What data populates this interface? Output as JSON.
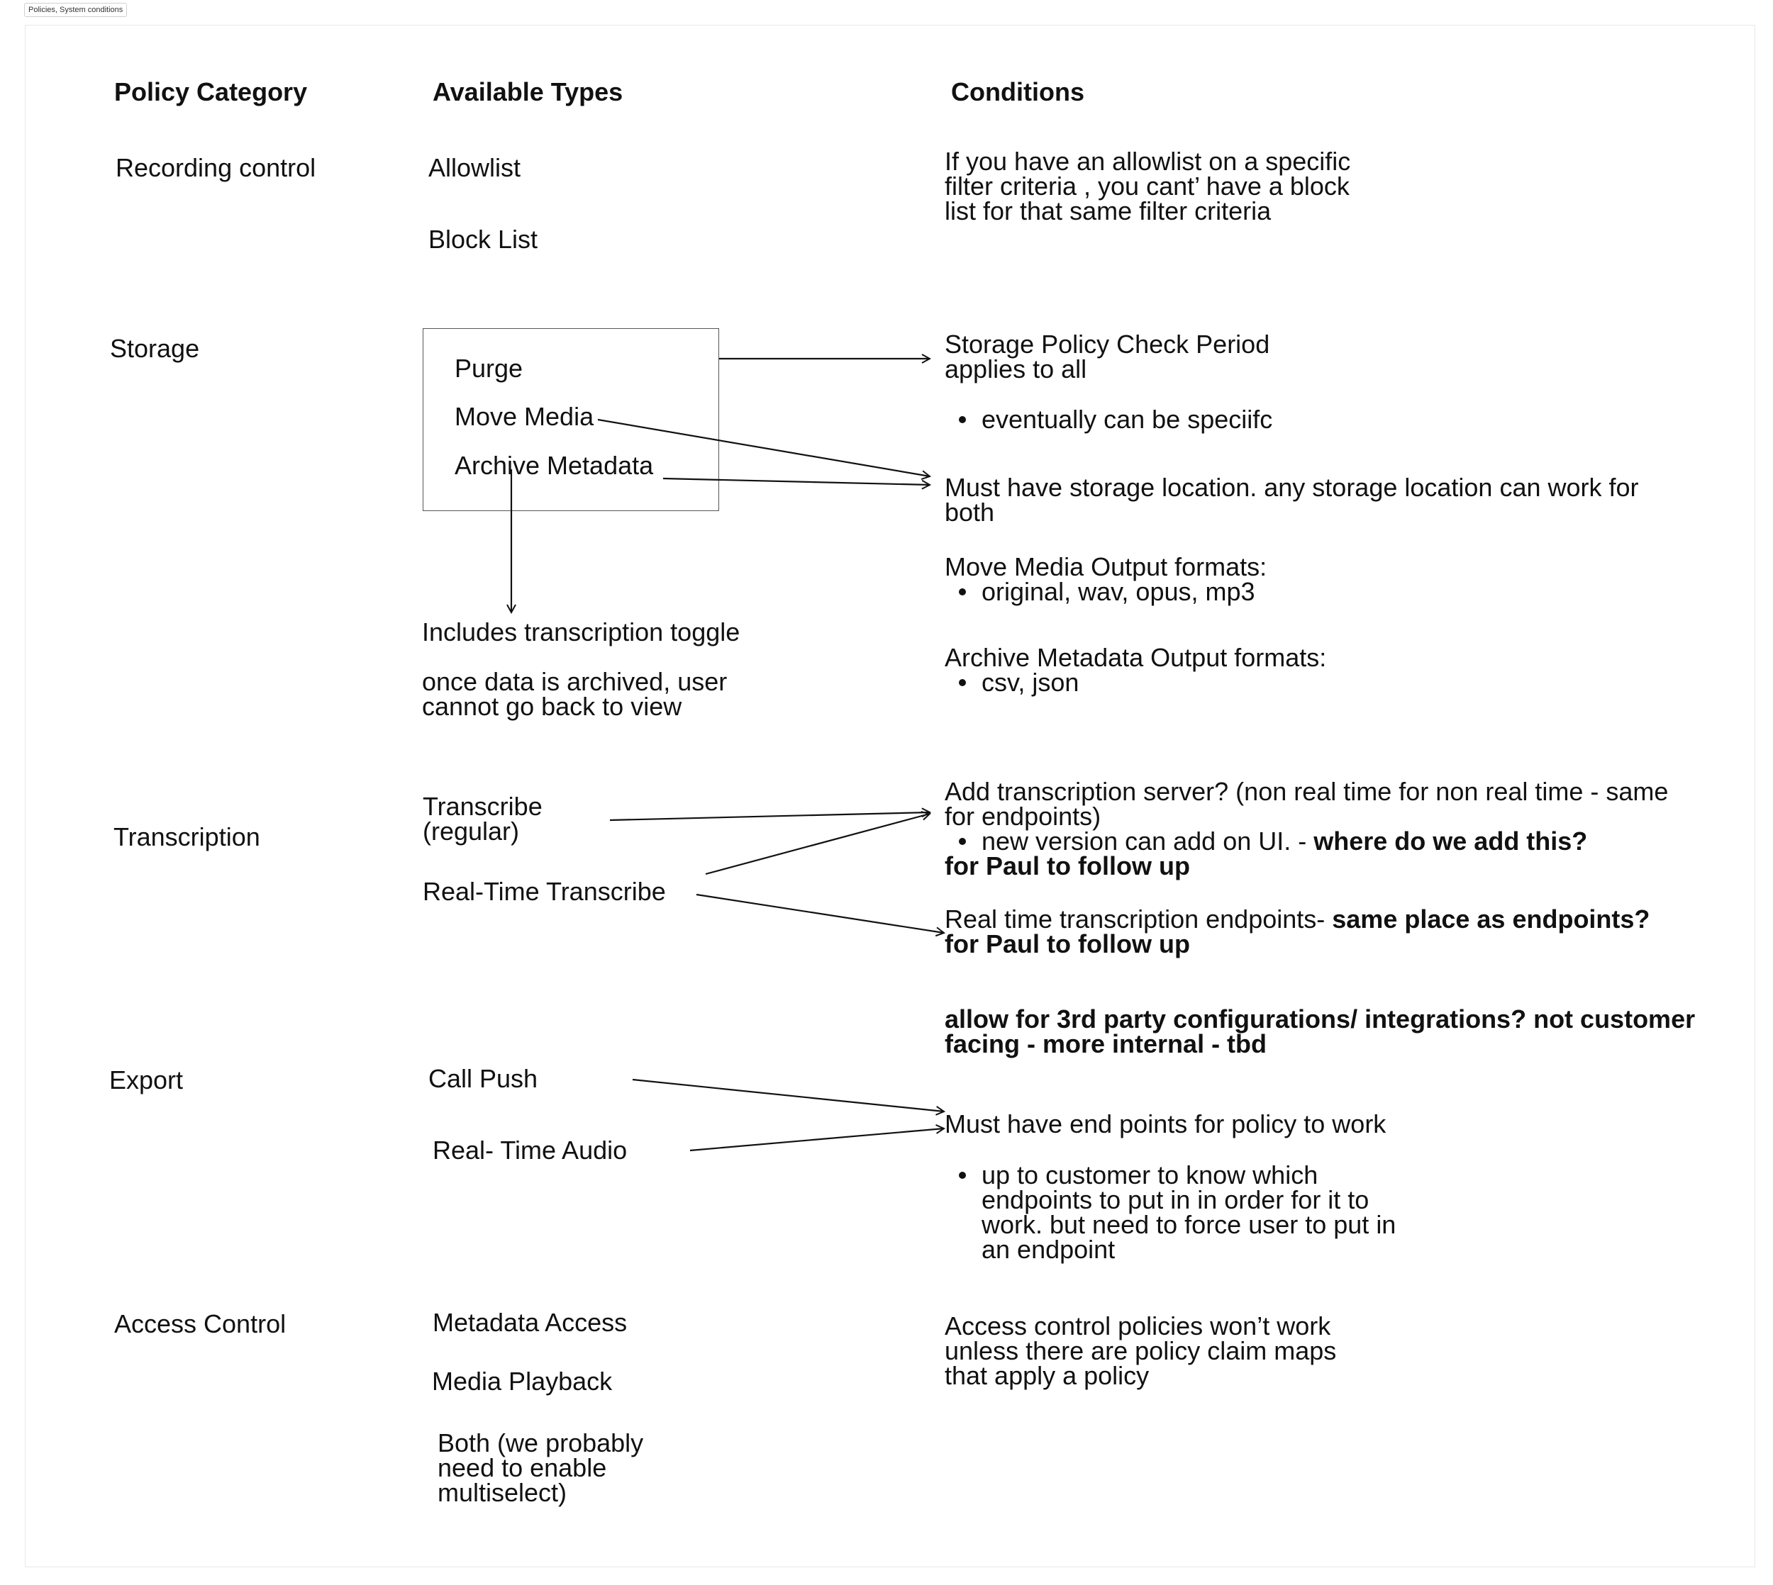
{
  "frame_title": "Policies, System conditions",
  "headers": {
    "category": "Policy Category",
    "types": "Available Types",
    "conditions": "Conditions"
  },
  "categories": {
    "recording": "Recording control",
    "storage": "Storage",
    "transcription": "Transcription",
    "export": "Export",
    "access": "Access Control"
  },
  "types": {
    "allowlist": "Allowlist",
    "blocklist": "Block List",
    "purge": "Purge",
    "move_media": "Move Media",
    "archive_metadata": "Archive Metadata",
    "transcribe_1": "Transcribe",
    "transcribe_2": "(regular)",
    "realtime_transcribe": "Real-Time Transcribe",
    "call_push": "Call Push",
    "realtime_audio": "Real- Time Audio",
    "metadata_access": "Metadata Access",
    "media_playback": "Media Playback",
    "both_1": "Both (we probably",
    "both_2": "need to enable",
    "both_3": "multiselect)"
  },
  "notes": {
    "transcription_toggle": "Includes transcription toggle",
    "archived_1": "once data is archived, user",
    "archived_2": "cannot go back to view"
  },
  "conditions": {
    "recording_1": "If you have an allowlist on a specific",
    "recording_2": "filter criteria , you cant’ have a block",
    "recording_3": "list for that same filter criteria",
    "check_period_1": "Storage Policy Check Period",
    "check_period_2": "applies to all",
    "check_period_bullet": "eventually can be speciifc",
    "storage_location_1": "Must have storage location. any storage location can work for",
    "storage_location_2": "both",
    "move_formats_title": "Move Media Output formats:",
    "move_formats_bullet": "original, wav, opus, mp3",
    "archive_formats_title": "Archive Metadata Output formats:",
    "archive_formats_bullet": "csv, json",
    "transcription_server_1": "Add transcription server? (non real time for non real time - same",
    "transcription_server_2": "for endpoints)",
    "transcription_server_bullet_normal": "new version can add on UI.  - ",
    "transcription_server_bullet_bold": "where do we add this?",
    "transcription_server_followup": "for Paul to follow up",
    "realtime_endpoints_normal": "Real time transcription endpoints- ",
    "realtime_endpoints_bold": "same place as endpoints?",
    "realtime_endpoints_followup": "for Paul to follow up",
    "third_party_1": "allow for 3rd party configurations/ integrations? not customer",
    "third_party_2": "facing - more internal - tbd",
    "endpoints_required": "Must have end points for policy to work",
    "endpoints_bullet_1": "up to customer to know which",
    "endpoints_bullet_2": "endpoints to put in in order for it to",
    "endpoints_bullet_3": "work. but need to force user to put in",
    "endpoints_bullet_4": "an endpoint",
    "access_1": "Access control policies won’t work",
    "access_2": "unless there are policy claim maps",
    "access_3": "that apply a policy"
  }
}
